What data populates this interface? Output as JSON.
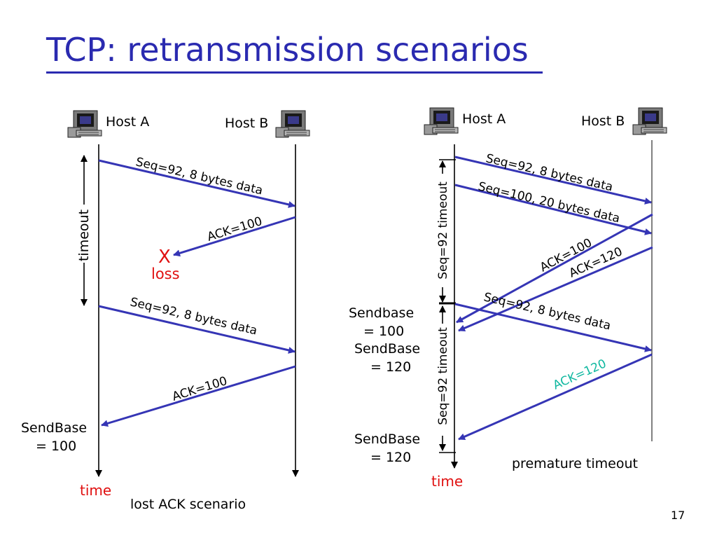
{
  "title": "TCP: retransmission scenarios",
  "page_number": "17",
  "colors": {
    "title": "#2a2ab0",
    "arrow": "#3535b5",
    "loss": "#e01010",
    "premature_ack": "#10b8a0"
  },
  "icons": {
    "host": "computer-icon"
  },
  "left": {
    "host_a": "Host A",
    "host_b": "Host B",
    "timeout": "timeout",
    "msg1": "Seq=92, 8 bytes data",
    "ack1": "ACK=100",
    "loss_mark": "X",
    "loss": "loss",
    "msg2": "Seq=92, 8 bytes data",
    "ack2": "ACK=100",
    "sendbase_1": "SendBase",
    "sendbase_2": "= 100",
    "time": "time",
    "caption": "lost ACK scenario"
  },
  "right": {
    "host_a": "Host A",
    "host_b": "Host B",
    "timeout1": "Seq=92 timeout",
    "timeout2": "Seq=92 timeout",
    "msg1": "Seq=92, 8 bytes data",
    "msg2": "Seq=100, 20 bytes data",
    "ack100": "ACK=100",
    "ack120": "ACK=120",
    "msg3": "Seq=92, 8 bytes data",
    "ack120b": "ACK=120",
    "sendbase_a1": "Sendbase",
    "sendbase_a2": "= 100",
    "sendbase_b1": "SendBase",
    "sendbase_b2": "= 120",
    "sendbase_c1": "SendBase",
    "sendbase_c2": "= 120",
    "time": "time",
    "caption": "premature timeout"
  }
}
